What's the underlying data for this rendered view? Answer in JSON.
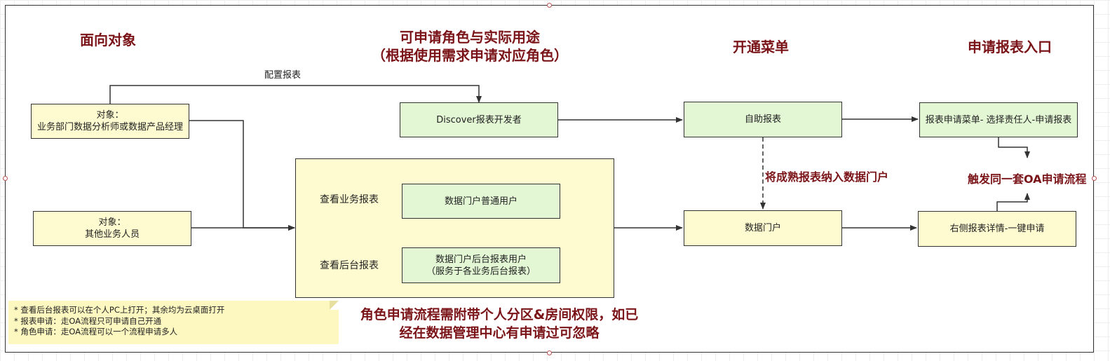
{
  "headings": {
    "audience": "面向对象",
    "roles_line1": "可申请角色与实际用途",
    "roles_line2": "（根据使用需求申请对应角色）",
    "menu": "开通菜单",
    "entry": "申请报表入口"
  },
  "nodes": {
    "analyst": {
      "line1": "对象：",
      "line2": "业务部门数据分析师或数据产品经理"
    },
    "other_staff": {
      "line1": "对象：",
      "line2": "其他业务人员"
    },
    "discover_dev": "Discover报表开发者",
    "container": {
      "view_business": "查看业务报表",
      "view_backend": "查看后台报表",
      "portal_user": "数据门户普通用户",
      "portal_backend_line1": "数据门户后台报表用户",
      "portal_backend_line2": "（服务于各业务后台报表）"
    },
    "self_report": "自助报表",
    "data_portal": "数据门户",
    "report_menu": "报表申请菜单- 选择责任人-申请报表",
    "right_detail": "右侧报表详情-一键申请"
  },
  "edge_labels": {
    "config_report": "配置报表",
    "mature_into_portal": "将成熟报表纳入数据门户",
    "oa_trigger": "触发同一套OA申请流程"
  },
  "notes": [
    "* 查看后台报表可以在个人PC上打开；其余均为云桌面打开",
    "* 报表申请：走OA流程只可申请自己开通",
    "* 角色申请：走OA流程可以一个流程申请多人"
  ],
  "warning": {
    "line1": "角色申请流程需附带个人分区&房间权限，如已",
    "line2": "经在数据管理中心有申请过可忽略"
  },
  "colors": {
    "heading": "#7a1418",
    "box_green": "#e3f7d4",
    "box_yellow": "#fdfbcf",
    "note_bg": "#fdf8c0",
    "line": "#333333"
  }
}
